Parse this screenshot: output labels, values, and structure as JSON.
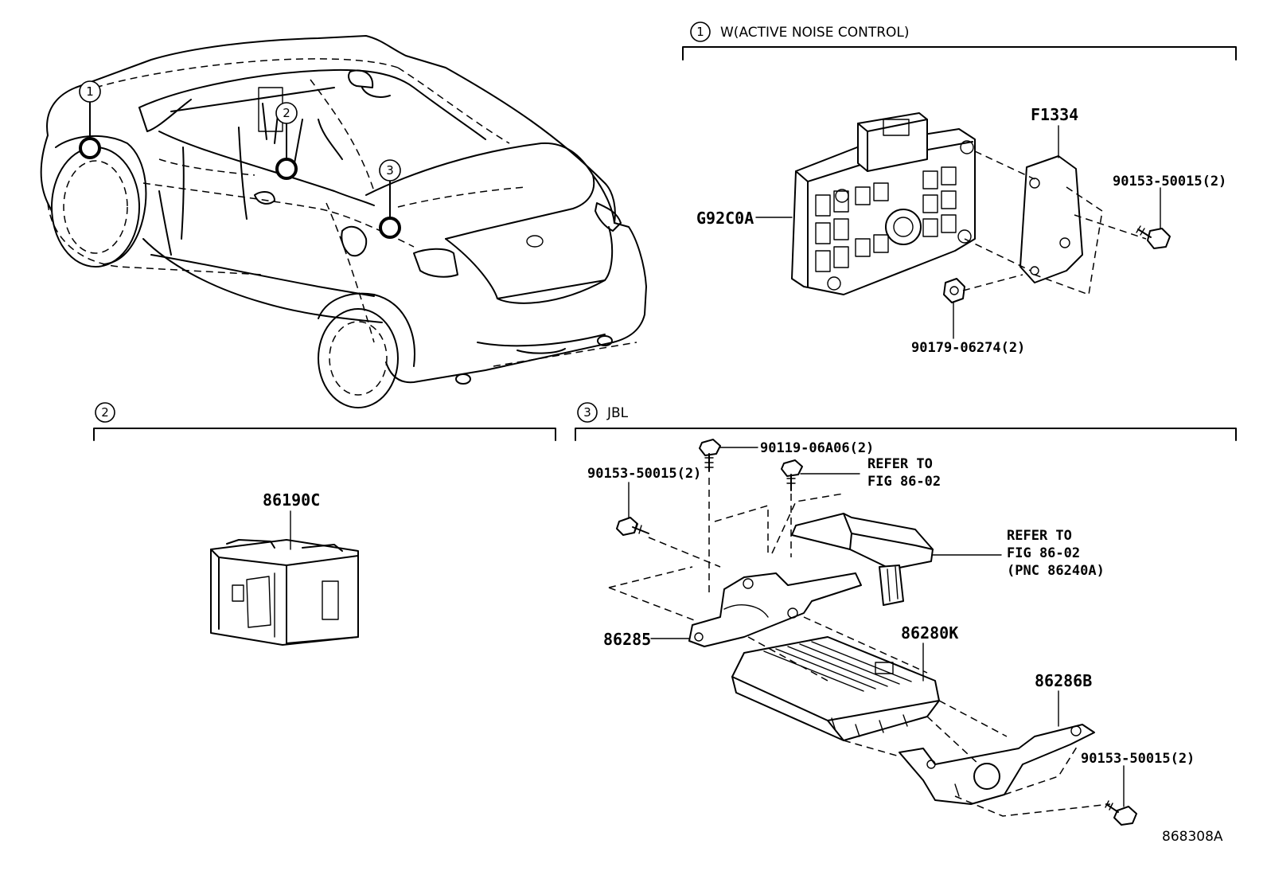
{
  "figure_id": "868308A",
  "sections": [
    {
      "number": "1",
      "title": "W(ACTIVE NOISE CONTROL)"
    },
    {
      "number": "2",
      "title": ""
    },
    {
      "number": "3",
      "title": "JBL"
    }
  ],
  "car_markers": [
    "1",
    "2",
    "3"
  ],
  "parts": {
    "anc_module": "G92C0A",
    "anc_bracket": "F1334",
    "anc_bolt": "90153-50015(2)",
    "anc_nut": "90179-06274(2)",
    "switch": "86190C",
    "jbl_bolt_top": "90119-06A06(2)",
    "jbl_refer_top_1": "REFER TO",
    "jbl_refer_top_2": "FIG 86-02",
    "jbl_bolt_left": "90153-50015(2)",
    "jbl_refer_right_1": "REFER TO",
    "jbl_refer_right_2": "FIG 86-02",
    "jbl_refer_right_3": "(PNC 86240A)",
    "jbl_bracket_upper": "86285",
    "jbl_amplifier": "86280K",
    "jbl_bracket_lower": "86286B",
    "jbl_bolt_bottom": "90153-50015(2)"
  }
}
